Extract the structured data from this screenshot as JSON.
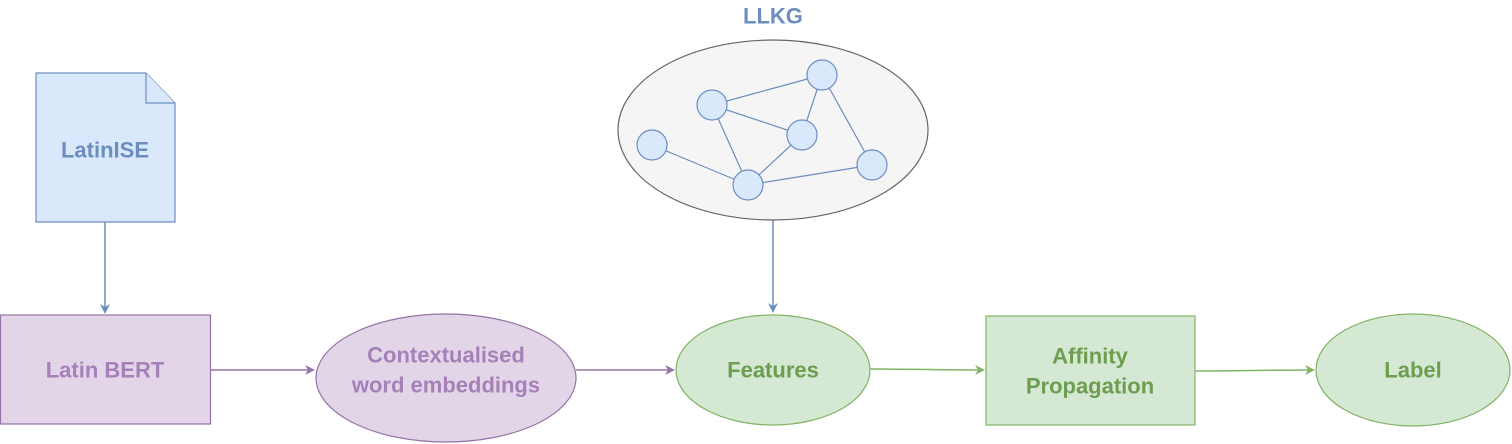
{
  "nodes": {
    "latinise": {
      "label": "LatinISE",
      "fill": "#dae8fc",
      "stroke": "#6c8ebf",
      "text_color": "#6c8ebf"
    },
    "latin_bert": {
      "label": "Latin BERT",
      "fill": "#e1d5e7",
      "stroke": "#9673a6",
      "text_color": "#a680b8"
    },
    "embeddings": {
      "line1": "Contextualised",
      "line2": "word embeddings",
      "fill": "#e1d5e7",
      "stroke": "#9673a6",
      "text_color": "#a680b8"
    },
    "features": {
      "label": "Features",
      "fill": "#d5e8d4",
      "stroke": "#82b366",
      "text_color": "#6d9e4f"
    },
    "affinity": {
      "line1": "Affinity",
      "line2": "Propagation",
      "fill": "#d5e8d4",
      "stroke": "#82b366",
      "text_color": "#6d9e4f"
    },
    "label_node": {
      "label": "Label",
      "fill": "#d5e8d4",
      "stroke": "#82b366",
      "text_color": "#6d9e4f"
    }
  },
  "llkg": {
    "title": "LLKG",
    "title_color": "#6c8ebf",
    "fill": "#f5f5f5",
    "stroke": "#666666",
    "graph_node_fill": "#dae8fc",
    "graph_node_stroke": "#6c8ebf"
  },
  "edge_colors": {
    "blue": "#6c8ebf",
    "purple": "#9673a6",
    "green": "#82b366"
  }
}
